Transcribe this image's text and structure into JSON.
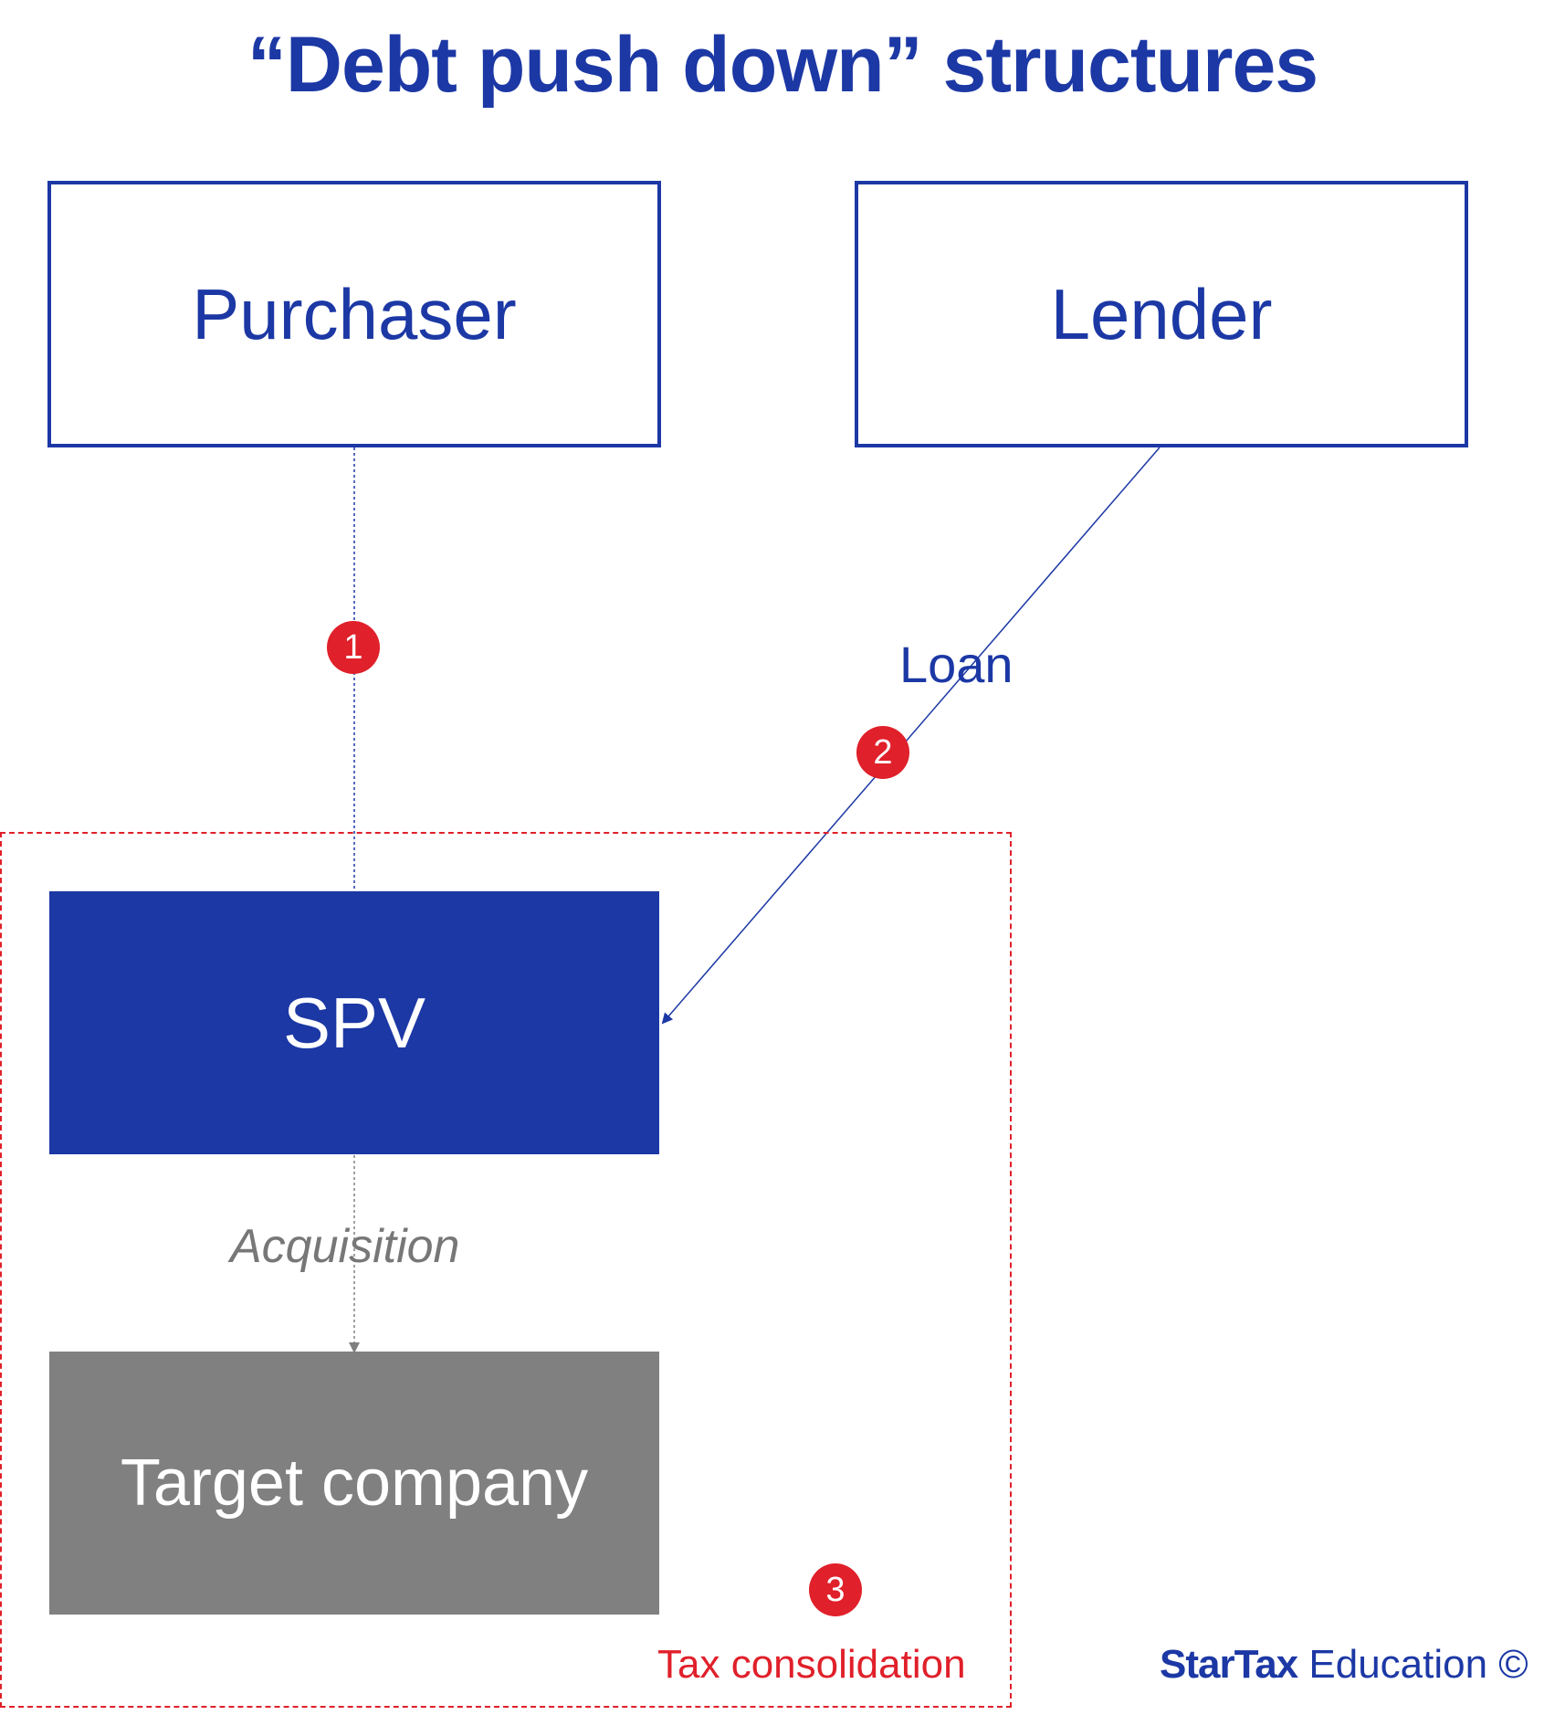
{
  "title": "“Debt push down” structures",
  "nodes": {
    "purchaser": "Purchaser",
    "lender": "Lender",
    "spv": "SPV",
    "target": "Target company"
  },
  "edges": {
    "loan_label": "Loan",
    "acquisition_label": "Acquisition"
  },
  "steps": [
    "1",
    "2",
    "3"
  ],
  "consolidation_label": "Tax consolidation",
  "brand": {
    "name_bold": "StarTax",
    "name_light": " Education ©"
  },
  "colors": {
    "primary": "#1c38a5",
    "accent": "#e0202a",
    "gray": "#808080"
  }
}
